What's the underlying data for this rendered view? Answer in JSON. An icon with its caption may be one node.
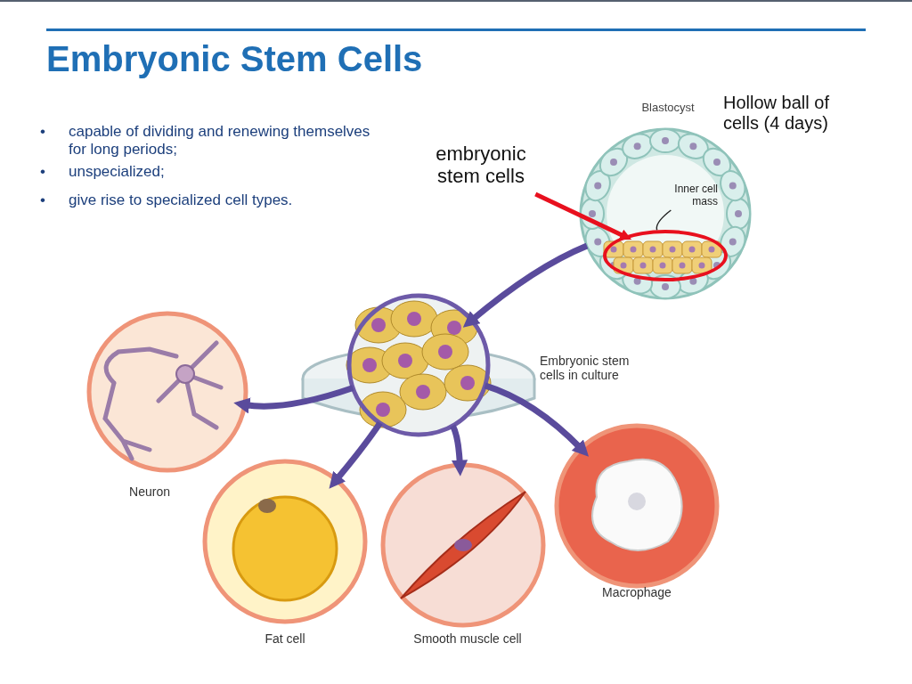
{
  "diagram": {
    "title": "Embryonic Stem Cells",
    "nodes": [
      {
        "text": [
          "Blastocyst"
        ],
        "beside": [
          "Hollow ball of cells (4 days)"
        ]
      },
      {
        "text": [
          "Inner cell mass"
        ],
        "in": 0
      },
      {
        "text": [],
        "shape": "circle",
        "in": 0
      },
      {
        "text": [
          "embryonic stem cells"
        ]
      },
      {
        "text": [
          "Embryonic stem cells in culture"
        ]
      },
      {
        "text": [
          "Neuron"
        ]
      },
      {
        "text": [
          "Fat cell"
        ]
      },
      {
        "text": [
          "Smooth muscle cell"
        ]
      },
      {
        "text": [
          "Macrophage"
        ]
      }
    ],
    "edges": [
      {
        "from": 0,
        "to": 4,
        "arrow": "to"
      },
      {
        "from": 4,
        "to": 5,
        "arrow": "to"
      },
      {
        "from": 4,
        "to": 6,
        "arrow": "to"
      },
      {
        "from": 4,
        "to": 7,
        "arrow": "to"
      },
      {
        "from": 4,
        "to": 8,
        "arrow": "to"
      },
      {
        "from": 3,
        "to": 2,
        "arrow": "to",
        "color": "#e8101e"
      },
      {
        "from": 1,
        "to": 2,
        "arrow": "none",
        "color": "#222222"
      }
    ],
    "labels": [
      "•",
      "capable of dividing and renewing themselves for long periods;",
      "•",
      "unspecialized;",
      "•",
      "give rise to specialized cell types."
    ]
  }
}
